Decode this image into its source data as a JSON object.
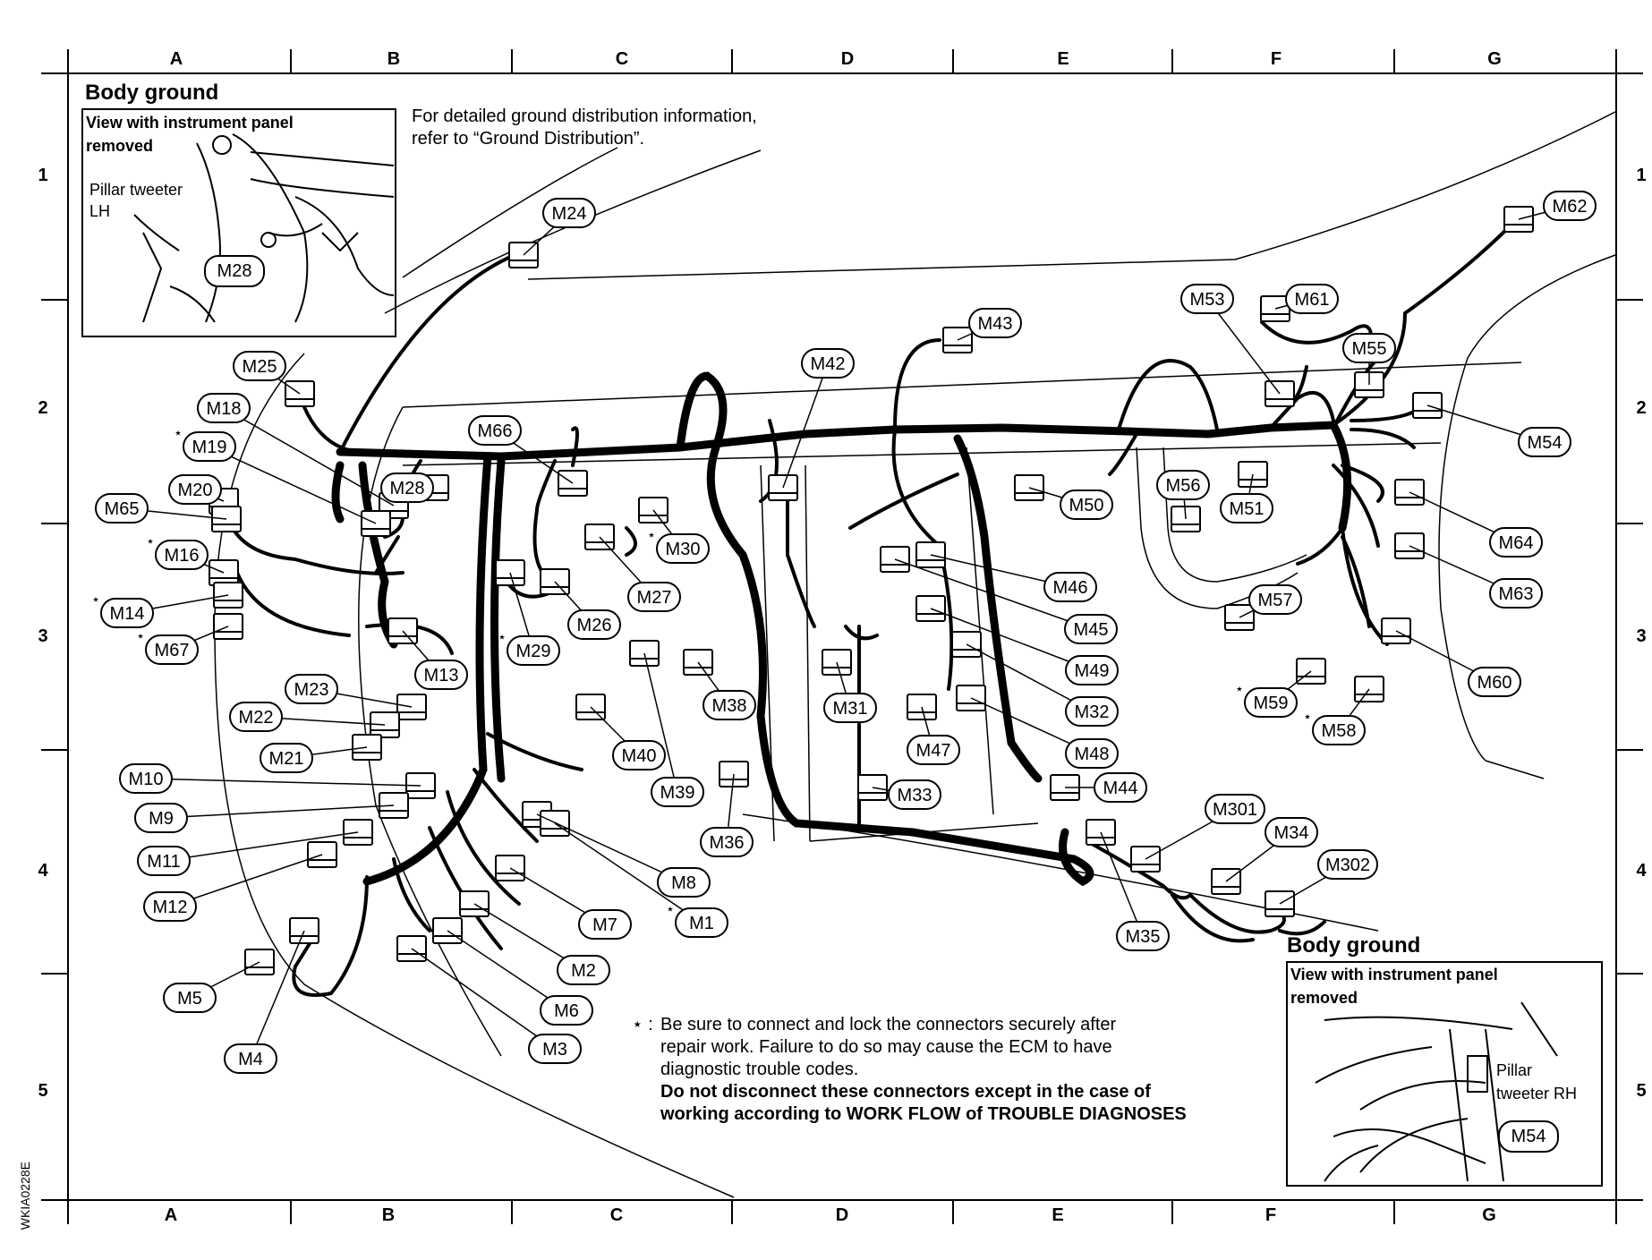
{
  "grid": {
    "columns": [
      "A",
      "B",
      "C",
      "D",
      "E",
      "F",
      "G"
    ],
    "rows": [
      "1",
      "2",
      "3",
      "4",
      "5"
    ]
  },
  "insets": {
    "left": {
      "heading": "Body ground",
      "view_line1": "View with instrument panel",
      "view_line2": "removed",
      "label_line1": "Pillar tweeter",
      "label_line2": "LH",
      "connector": "M28"
    },
    "right": {
      "heading": "Body ground",
      "view_line1": "View with instrument panel",
      "view_line2": "removed",
      "label_line1": "Pillar",
      "label_line2": "tweeter RH",
      "connector": "M54"
    }
  },
  "top_note": {
    "line1": "For detailed ground distribution information,",
    "line2": "refer to  “Ground Distribution”."
  },
  "footnote": {
    "symbol": "⋆ :",
    "line1": "Be sure to connect and lock the connectors securely after",
    "line2": "repair work. Failure to do so may cause the ECM to have",
    "line3": "diagnostic trouble codes.",
    "bold1": "Do not disconnect these connectors except in the case of",
    "bold2": "working according to WORK FLOW of TROUBLE DIAGNOSES"
  },
  "drawing_code": "WKIA0228E",
  "connectors": [
    {
      "id": "M24",
      "star": false
    },
    {
      "id": "M25",
      "star": false
    },
    {
      "id": "M18",
      "star": false
    },
    {
      "id": "M19",
      "star": true
    },
    {
      "id": "M20",
      "star": false
    },
    {
      "id": "M65",
      "star": false
    },
    {
      "id": "M16",
      "star": true
    },
    {
      "id": "M14",
      "star": true
    },
    {
      "id": "M67",
      "star": true
    },
    {
      "id": "M13",
      "star": false
    },
    {
      "id": "M23",
      "star": false
    },
    {
      "id": "M22",
      "star": false
    },
    {
      "id": "M21",
      "star": false
    },
    {
      "id": "M10",
      "star": false
    },
    {
      "id": "M9",
      "star": false
    },
    {
      "id": "M11",
      "star": false
    },
    {
      "id": "M12",
      "star": false
    },
    {
      "id": "M5",
      "star": false
    },
    {
      "id": "M4",
      "star": false
    },
    {
      "id": "M28",
      "star": false
    },
    {
      "id": "M66",
      "star": false
    },
    {
      "id": "M30",
      "star": true
    },
    {
      "id": "M27",
      "star": false
    },
    {
      "id": "M26",
      "star": false
    },
    {
      "id": "M29",
      "star": true
    },
    {
      "id": "M38",
      "star": false
    },
    {
      "id": "M40",
      "star": false
    },
    {
      "id": "M39",
      "star": false
    },
    {
      "id": "M36",
      "star": false
    },
    {
      "id": "M8",
      "star": false
    },
    {
      "id": "M1",
      "star": true
    },
    {
      "id": "M7",
      "star": false
    },
    {
      "id": "M2",
      "star": false
    },
    {
      "id": "M6",
      "star": false
    },
    {
      "id": "M3",
      "star": false
    },
    {
      "id": "M42",
      "star": false
    },
    {
      "id": "M43",
      "star": false
    },
    {
      "id": "M46",
      "star": false
    },
    {
      "id": "M45",
      "star": false
    },
    {
      "id": "M49",
      "star": false
    },
    {
      "id": "M32",
      "star": false
    },
    {
      "id": "M31",
      "star": false
    },
    {
      "id": "M47",
      "star": false
    },
    {
      "id": "M48",
      "star": false
    },
    {
      "id": "M33",
      "star": false
    },
    {
      "id": "M44",
      "star": false
    },
    {
      "id": "M50",
      "star": false
    },
    {
      "id": "M53",
      "star": false
    },
    {
      "id": "M61",
      "star": false
    },
    {
      "id": "M55",
      "star": false
    },
    {
      "id": "M62",
      "star": false
    },
    {
      "id": "M54",
      "star": false
    },
    {
      "id": "M56",
      "star": false
    },
    {
      "id": "M51",
      "star": false
    },
    {
      "id": "M64",
      "star": false
    },
    {
      "id": "M63",
      "star": false
    },
    {
      "id": "M57",
      "star": false
    },
    {
      "id": "M60",
      "star": false
    },
    {
      "id": "M59",
      "star": true
    },
    {
      "id": "M58",
      "star": true
    },
    {
      "id": "M301",
      "star": false
    },
    {
      "id": "M34",
      "star": false
    },
    {
      "id": "M302",
      "star": false
    },
    {
      "id": "M35",
      "star": false
    }
  ]
}
